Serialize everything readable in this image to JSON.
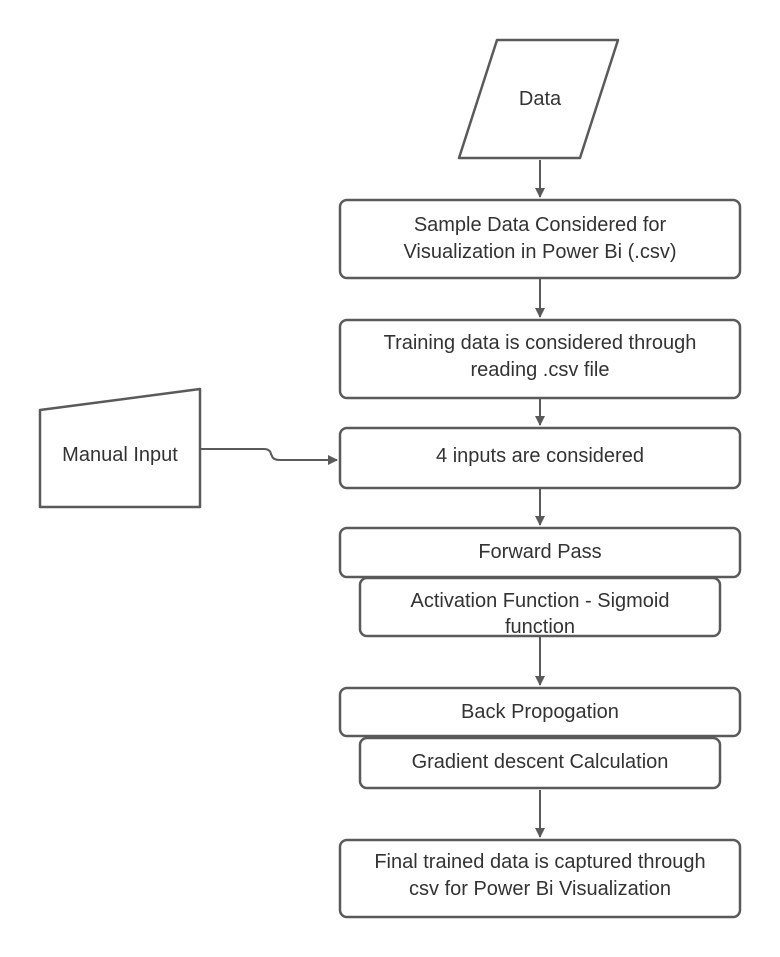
{
  "diagram": {
    "nodes": {
      "data": {
        "lines": [
          "Data"
        ]
      },
      "sample": {
        "lines": [
          "Sample Data Considered for",
          "Visualization in Power Bi (.csv)"
        ]
      },
      "training": {
        "lines": [
          "Training data is considered through",
          "reading .csv file"
        ]
      },
      "manual": {
        "lines": [
          "Manual Input"
        ]
      },
      "inputs": {
        "lines": [
          "4 inputs are considered"
        ]
      },
      "forward": {
        "lines": [
          "Forward Pass"
        ]
      },
      "activation": {
        "lines": [
          "Activation Function - Sigmoid",
          "function"
        ]
      },
      "back": {
        "lines": [
          "Back Propogation"
        ]
      },
      "gradient": {
        "lines": [
          "Gradient descent Calculation"
        ]
      },
      "final": {
        "lines": [
          "Final trained data is captured through",
          "csv for Power Bi Visualization"
        ]
      }
    },
    "colors": {
      "stroke": "#5a5a5a",
      "text": "#333333",
      "fill": "#ffffff"
    }
  }
}
